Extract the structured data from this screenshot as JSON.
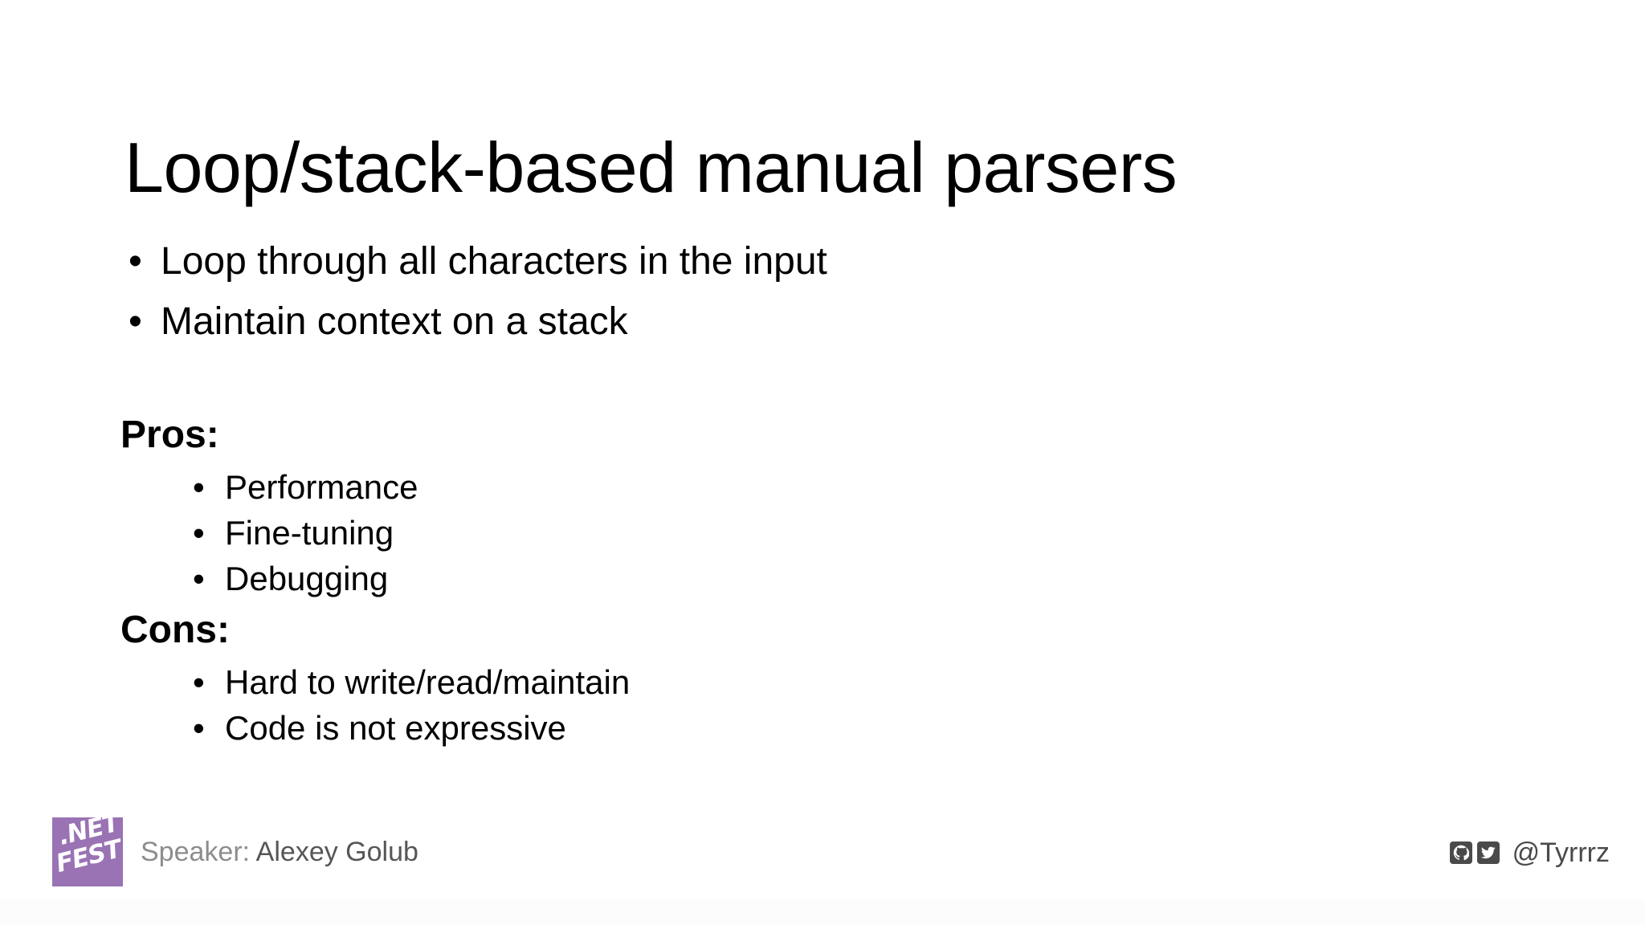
{
  "slide": {
    "title": "Loop/stack-based manual parsers",
    "background_color": "#ffffff",
    "text_color": "#000000"
  },
  "body": {
    "top_bullets": [
      {
        "marker": "•",
        "text": "Loop through all characters in the input"
      },
      {
        "marker": "•",
        "text": "Maintain context on a stack"
      }
    ],
    "sections": [
      {
        "heading": "Pros:",
        "items": [
          {
            "marker": "•",
            "text": "Performance"
          },
          {
            "marker": "•",
            "text": "Fine-tuning"
          },
          {
            "marker": "•",
            "text": "Debugging"
          }
        ]
      },
      {
        "heading": "Cons:",
        "items": [
          {
            "marker": "•",
            "text": "Hard to write/read/maintain"
          },
          {
            "marker": "•",
            "text": "Code is not expressive"
          }
        ]
      }
    ]
  },
  "footer": {
    "logo": {
      "name": "dotnet-fest-logo",
      "line1": ".NET",
      "line2": "FEST",
      "background_color": "#9a73b4",
      "text_color": "#ffffff"
    },
    "speaker_label": "Speaker:",
    "speaker_name": "Alexey Golub",
    "speaker_label_color": "#8d8d8d",
    "speaker_name_color": "#565656",
    "social": {
      "github_icon": "github-icon",
      "twitter_icon": "twitter-icon",
      "icon_color": "#4a4a4a",
      "handle": "@Tyrrrz"
    }
  }
}
